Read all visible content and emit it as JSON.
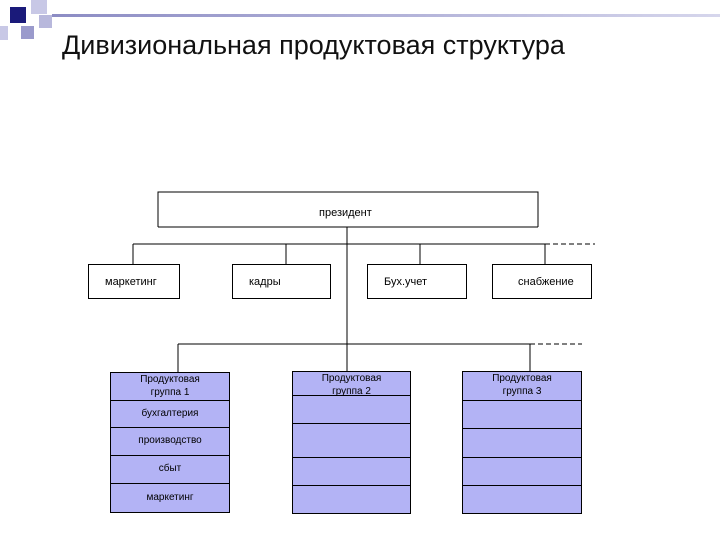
{
  "title": "Дивизиональная продуктовая структура",
  "president": "президент",
  "departments": [
    "маркетинг",
    "кадры",
    "Бух.учет",
    "снабжение"
  ],
  "groups": [
    {
      "head": "Продуктовая группа 1",
      "rows": [
        "бухгалтерия",
        "производство",
        "сбыт",
        "маркетинг"
      ]
    },
    {
      "head": "Продуктовая группа 2",
      "rows": [
        "",
        "",
        "",
        ""
      ]
    },
    {
      "head": "Продуктовая группа 3",
      "rows": [
        "",
        "",
        "",
        ""
      ]
    }
  ],
  "colors": {
    "square_dark": "#1a1a7a",
    "square_light": "#b8b8dc",
    "topline": "#a9a9cf",
    "cell_fill": "#b3b3f5"
  }
}
